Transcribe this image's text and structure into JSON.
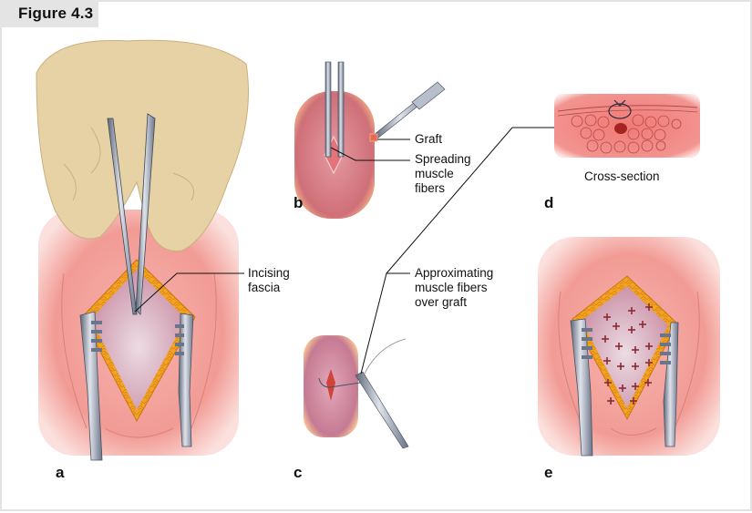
{
  "figure": {
    "title": "Figure 4.3"
  },
  "panels": {
    "a": {
      "letter": "a",
      "callout": [
        "Incising",
        "fascia"
      ]
    },
    "b": {
      "letter": "b",
      "callouts": {
        "graft": "Graft",
        "spreading": [
          "Spreading",
          "muscle",
          "fibers"
        ]
      }
    },
    "c": {
      "letter": "c",
      "callout": [
        "Approximating",
        "muscle fibers",
        "over graft"
      ]
    },
    "d": {
      "letter": "d",
      "caption": "Cross-section"
    },
    "e": {
      "letter": "e"
    }
  },
  "colors": {
    "skin": "#f4a9a4",
    "skin_light": "#fbd6d2",
    "fascia": "#e8c3cf",
    "fat": "#f0a020",
    "instrument": "#8a94a8",
    "glove": "#e6d2a4",
    "suture": "#7a1f24",
    "graft": "#e24a3a"
  }
}
